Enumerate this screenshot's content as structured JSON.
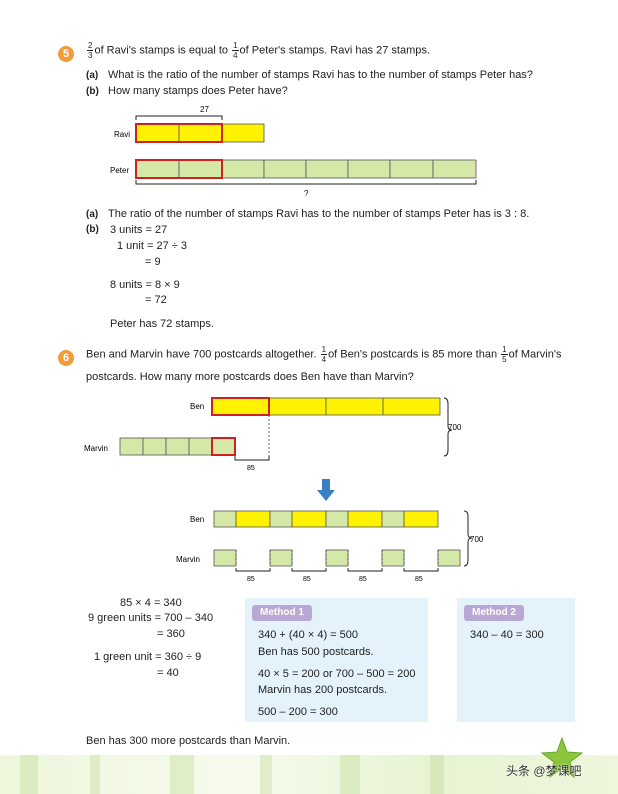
{
  "q5": {
    "number": "5",
    "frac1": {
      "num": "2",
      "den": "3"
    },
    "text1": "of Ravi's stamps is equal to",
    "frac2": {
      "num": "1",
      "den": "4"
    },
    "text2": "of Peter's stamps. Ravi has 27 stamps.",
    "part_a_label": "(a)",
    "part_a": "What is the ratio of the number of stamps Ravi has to the number of stamps Peter has?",
    "part_b_label": "(b)",
    "part_b": "How many stamps does Peter have?",
    "diagram": {
      "top_value": "27",
      "ravi_label": "Ravi",
      "peter_label": "Peter",
      "question_mark": "?"
    },
    "answer_a_label": "(a)",
    "answer_a": "The ratio of the number of stamps Ravi has to the number of stamps Peter has is 3 : 8.",
    "answer_b_label": "(b)",
    "working": [
      "3 units = 27",
      "1 unit = 27 ÷ 3",
      "= 9",
      "8 units = 8 × 9",
      "= 72"
    ],
    "conclusion": "Peter has 72 stamps."
  },
  "q6": {
    "number": "6",
    "text1": "Ben and Marvin have 700 postcards altogether.",
    "frac1": {
      "num": "1",
      "den": "4"
    },
    "text2": "of Ben's postcards is 85 more than",
    "frac2": {
      "num": "1",
      "den": "5"
    },
    "text3": "of Marvin's",
    "text4": "postcards. How many more postcards does Ben have than Marvin?",
    "diagram1": {
      "ben_label": "Ben",
      "marvin_label": "Marvin",
      "total": "700",
      "diff": "85"
    },
    "diagram2": {
      "ben_label": "Ben",
      "marvin_label": "Marvin",
      "total": "700",
      "diffs": [
        "85",
        "85",
        "85",
        "85"
      ]
    },
    "working": [
      "85 × 4 = 340",
      "9 green units = 700 – 340",
      "= 360",
      "1 green unit = 360 ÷ 9",
      "= 40"
    ],
    "method1": {
      "title": "Method 1",
      "lines": [
        "340 + (40 × 4) = 500",
        "Ben has 500 postcards.",
        "40 × 5 = 200 or 700 – 500 = 200",
        "Marvin has 200 postcards.",
        "500 – 200 = 300"
      ]
    },
    "method2": {
      "title": "Method 2",
      "lines": [
        "340 – 40 = 300"
      ]
    },
    "conclusion": "Ben has 300 more postcards than Marvin."
  },
  "watermark": "头条 @梦课吧",
  "colors": {
    "number_circle": "#f19b3a",
    "yellow_bar": "#fff200",
    "green_bar": "#d6e8a8",
    "red_outline": "#cc2222",
    "method_box": "#e4f2fb",
    "method_tag": "#b9a7d6",
    "arrow": "#3a7fc4"
  }
}
